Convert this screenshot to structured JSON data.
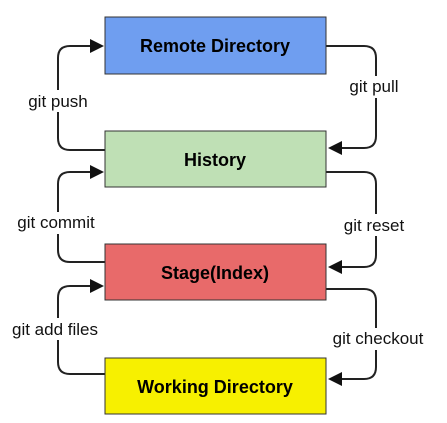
{
  "nodes": {
    "remote": {
      "label": "Remote Directory",
      "color": "#6f9ef0"
    },
    "history": {
      "label": "History",
      "color": "#bfe0b5"
    },
    "stage": {
      "label": "Stage(Index)",
      "color": "#e86a6a"
    },
    "working": {
      "label": "Working Directory",
      "color": "#f7f000"
    }
  },
  "edges": {
    "git_push": "git push",
    "git_pull": "git pull",
    "git_commit": "git commit",
    "git_reset": "git reset",
    "git_add_files": "git add files",
    "git_checkout": "git checkout"
  }
}
